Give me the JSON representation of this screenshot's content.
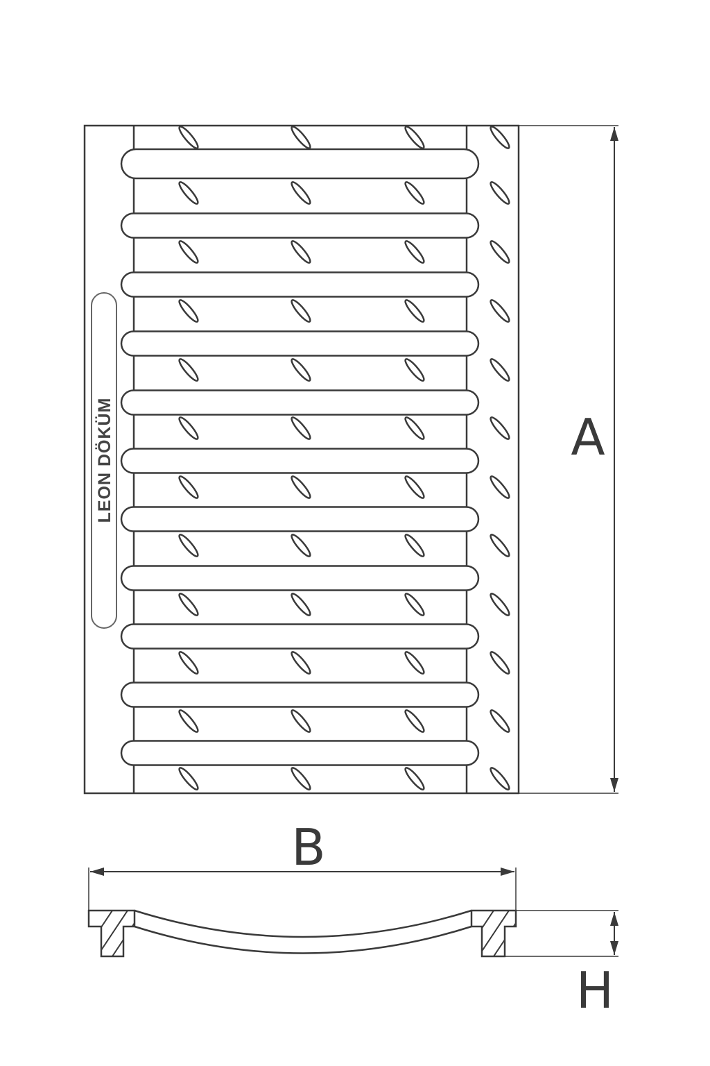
{
  "brand_label": "LEON DÖKÜM",
  "dimensions": {
    "length_label": "A",
    "width_label": "B",
    "height_label": "H"
  },
  "colors": {
    "line": "#3a3a3a",
    "background": "#ffffff"
  }
}
